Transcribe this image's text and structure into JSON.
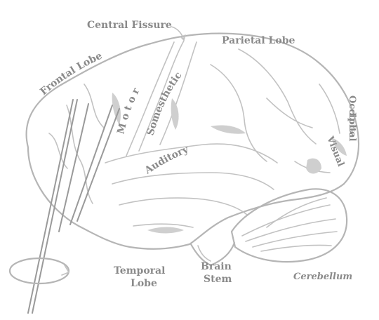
{
  "diagram": {
    "labels": {
      "central_fissure": "Central Fissure",
      "parietal_lobe": "Parietal Lobe",
      "frontal_lobe": "Frontal   Lobe",
      "motor": "M o t o r",
      "somesthetic": "Somesthetic",
      "occipital_lobe_1": "Occipital",
      "occipital_lobe_2": "Lobe",
      "visual": "Visual",
      "auditory": "Auditory",
      "temporal_lobe_1": "Temporal",
      "temporal_lobe_2": "Lobe",
      "brain_stem_1": "Brain",
      "brain_stem_2": "Stem",
      "cerebellum": "Cerebellum"
    },
    "colors": {
      "label": "#8a8a8a",
      "outline": "#b5b5b5",
      "background": "#ffffff"
    },
    "icons": {
      "rotation_arrow": "circular-arrow-icon",
      "probe": "electrode-probe-icon"
    }
  }
}
